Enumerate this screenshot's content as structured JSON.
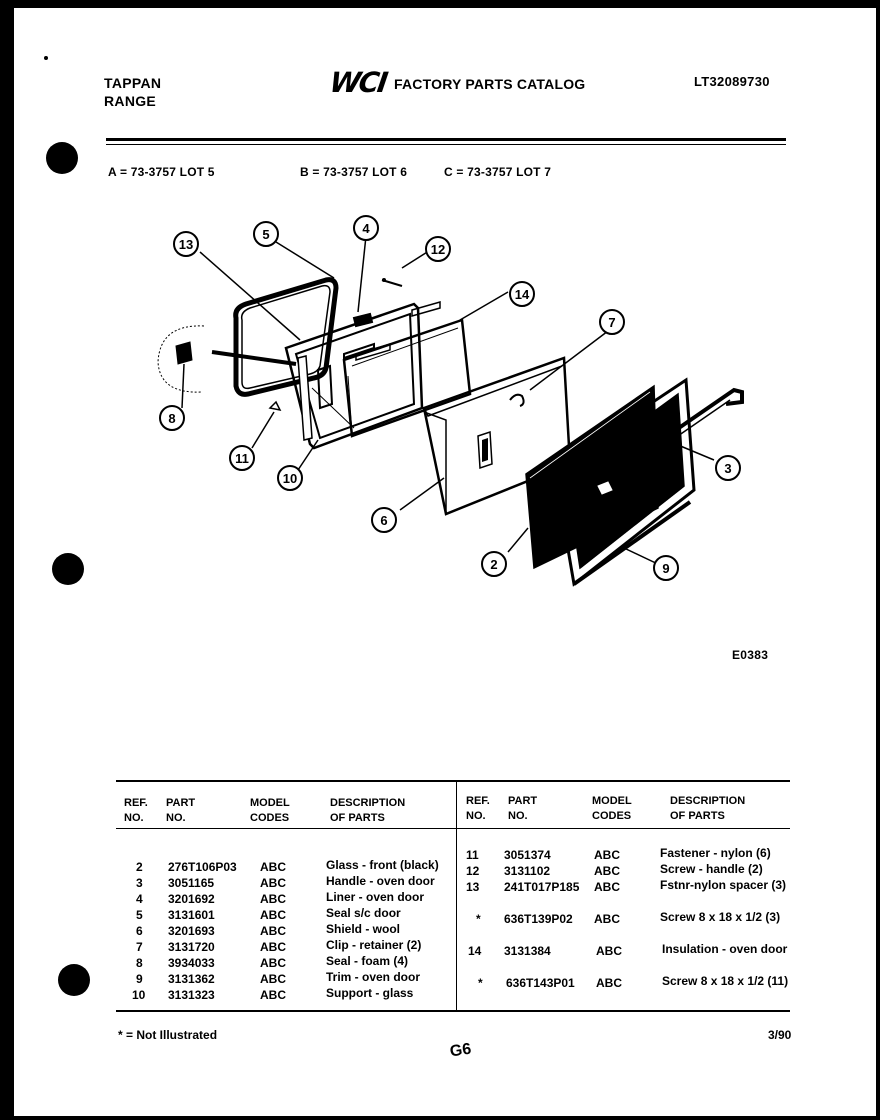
{
  "header": {
    "brand_line1": "TAPPAN",
    "brand_line2": "RANGE",
    "logo_text": "WCI",
    "catalog_title": "FACTORY PARTS CATALOG",
    "catalog_number": "LT32089730"
  },
  "lots": {
    "a": "A = 73-3757 LOT 5",
    "b": "B = 73-3757 LOT 6",
    "c": "C = 73-3757 LOT 7"
  },
  "diagram": {
    "callouts": [
      "13",
      "5",
      "4",
      "12",
      "14",
      "7",
      "8",
      "11",
      "10",
      "6",
      "3",
      "2",
      "9"
    ],
    "code": "E0383"
  },
  "table": {
    "headers": {
      "ref_no": [
        "REF.",
        "NO."
      ],
      "part_no": [
        "PART",
        "NO."
      ],
      "model_codes": [
        "MODEL",
        "CODES"
      ],
      "description": [
        "DESCRIPTION",
        "OF PARTS"
      ]
    },
    "left_rows": [
      {
        "ref": "2",
        "part": "276T106P03",
        "codes": "ABC",
        "desc": "Glass - front (black)"
      },
      {
        "ref": "3",
        "part": "3051165",
        "codes": "ABC",
        "desc": "Handle - oven door"
      },
      {
        "ref": "4",
        "part": "3201692",
        "codes": "ABC",
        "desc": "Liner - oven door"
      },
      {
        "ref": "5",
        "part": "3131601",
        "codes": "ABC",
        "desc": "Seal s/c door"
      },
      {
        "ref": "6",
        "part": "3201693",
        "codes": "ABC",
        "desc": "Shield - wool"
      },
      {
        "ref": "7",
        "part": "3131720",
        "codes": "ABC",
        "desc": "Clip - retainer (2)"
      },
      {
        "ref": "8",
        "part": "3934033",
        "codes": "ABC",
        "desc": "Seal - foam (4)"
      },
      {
        "ref": "9",
        "part": "3131362",
        "codes": "ABC",
        "desc": "Trim - oven door"
      },
      {
        "ref": "10",
        "part": "3131323",
        "codes": "ABC",
        "desc": "Support - glass"
      }
    ],
    "right_rows": [
      {
        "ref": "11",
        "part": "3051374",
        "codes": "ABC",
        "desc": "Fastener - nylon (6)"
      },
      {
        "ref": "12",
        "part": "3131102",
        "codes": "ABC",
        "desc": "Screw - handle (2)"
      },
      {
        "ref": "13",
        "part": "241T017P185",
        "codes": "ABC",
        "desc": "Fstnr-nylon spacer (3)"
      },
      {
        "ref": "*",
        "part": "636T139P02",
        "codes": "ABC",
        "desc": "Screw 8 x 18 x 1/2 (3)"
      },
      {
        "ref": "14",
        "part": "3131384",
        "codes": "ABC",
        "desc": "Insulation - oven door"
      },
      {
        "ref": "*",
        "part": "636T143P01",
        "codes": "ABC",
        "desc": "Screw 8 x 18 x 1/2 (11)"
      }
    ]
  },
  "footer": {
    "footnote": "* = Not Illustrated",
    "page_number": "G6",
    "date_code": "3/90"
  }
}
